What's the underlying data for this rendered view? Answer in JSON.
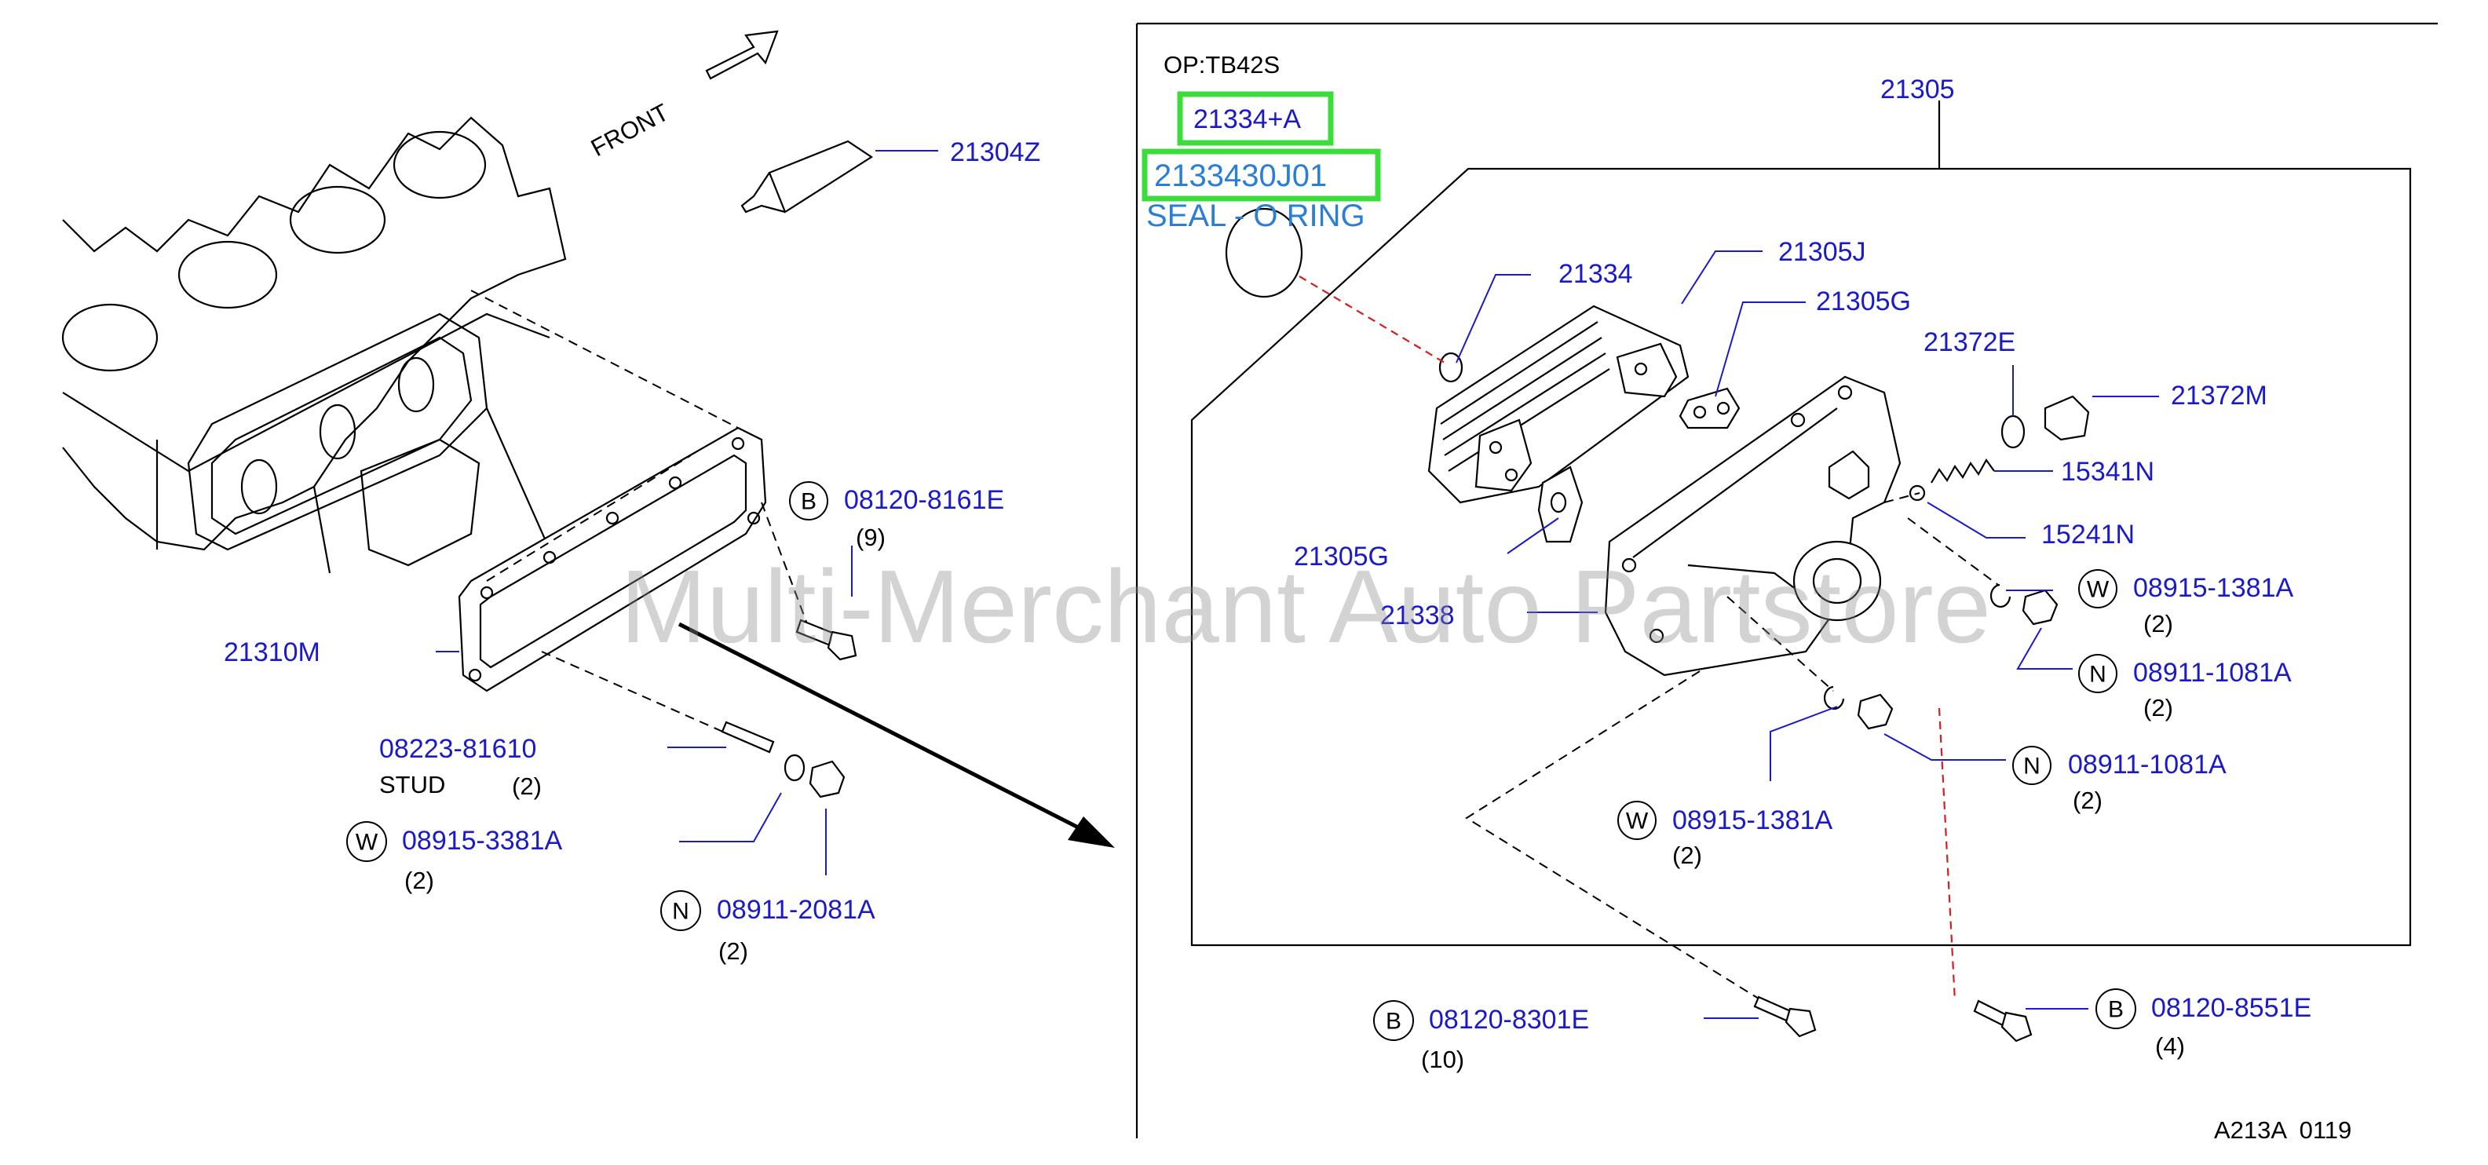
{
  "option_code": "OP:TB42S",
  "front_label": "FRONT",
  "highlight": {
    "part_number": "21334+A",
    "full_number": "2133430J01",
    "description": "SEAL - O RING"
  },
  "parts": {
    "p21304Z": "21304Z",
    "p21310M": "21310M",
    "p21305": "21305",
    "p21334": "21334",
    "p21305J": "21305J",
    "p21305G_a": "21305G",
    "p21305G_b": "21305G",
    "p21372E": "21372E",
    "p21372M": "21372M",
    "p15341N": "15341N",
    "p15241N": "15241N",
    "p21338": "21338"
  },
  "fasteners": {
    "b8161": {
      "badge": "B",
      "number": "08120-8161E",
      "qty": "(9)"
    },
    "stud": {
      "number": "08223-81610",
      "desc": "STUD",
      "qty": "(2)"
    },
    "w3381": {
      "badge": "W",
      "number": "08915-3381A",
      "qty": "(2)"
    },
    "n2081": {
      "badge": "N",
      "number": "08911-2081A",
      "qty": "(2)"
    },
    "w1381a": {
      "badge": "W",
      "number": "08915-1381A",
      "qty": "(2)"
    },
    "n1081a": {
      "badge": "N",
      "number": "08911-1081A",
      "qty": "(2)"
    },
    "n1081b": {
      "badge": "N",
      "number": "08911-1081A",
      "qty": "(2)"
    },
    "w1381b": {
      "badge": "W",
      "number": "08915-1381A",
      "qty": "(2)"
    },
    "b8301": {
      "badge": "B",
      "number": "08120-8301E",
      "qty": "(10)"
    },
    "b8551": {
      "badge": "B",
      "number": "08120-8551E",
      "qty": "(4)"
    }
  },
  "watermark": "Multi-Merchant Auto Partstore",
  "drawing_ref": "A213A  0119",
  "colors": {
    "label": "#1a1ac8",
    "highlight_box": "#3ddc3d",
    "highlight_text": "#2a7fd4",
    "red_guide": "#d02020"
  }
}
